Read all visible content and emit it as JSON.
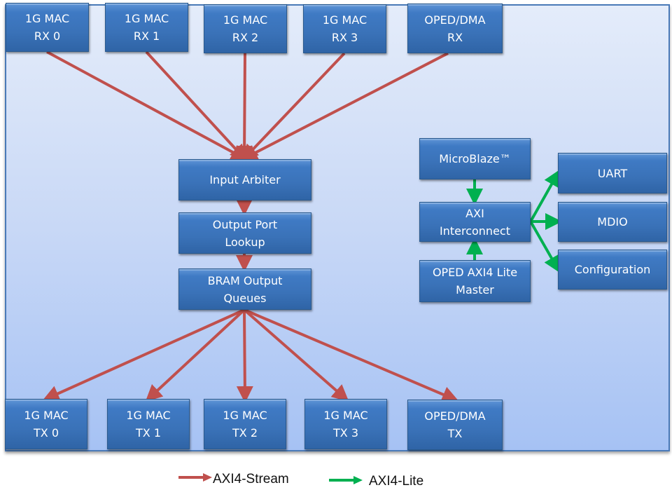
{
  "diagram": {
    "rx_blocks": [
      {
        "id": "rx0",
        "label": "1G MAC\nRX 0"
      },
      {
        "id": "rx1",
        "label": "1G MAC\nRX 1"
      },
      {
        "id": "rx2",
        "label": "1G MAC\nRX 2"
      },
      {
        "id": "rx3",
        "label": "1G MAC\nRX 3"
      },
      {
        "id": "rx4",
        "label": "OPED/DMA\nRX"
      }
    ],
    "pipeline": [
      {
        "id": "arbiter",
        "label": "Input Arbiter"
      },
      {
        "id": "lookup",
        "label": "Output Port\nLookup"
      },
      {
        "id": "queues",
        "label": "BRAM Output\nQueues"
      }
    ],
    "tx_blocks": [
      {
        "id": "tx0",
        "label": "1G MAC\nTX 0"
      },
      {
        "id": "tx1",
        "label": "1G MAC\nTX 1"
      },
      {
        "id": "tx2",
        "label": "1G MAC\nTX 2"
      },
      {
        "id": "tx3",
        "label": "1G MAC\nTX 3"
      },
      {
        "id": "tx4",
        "label": "OPED/DMA\nTX"
      }
    ],
    "control": [
      {
        "id": "microblaze",
        "label": "MicroBlaze™"
      },
      {
        "id": "interconnect",
        "label": "AXI\nInterconnect"
      },
      {
        "id": "master",
        "label": "OPED AXI4 Lite\nMaster"
      }
    ],
    "peripherals": [
      {
        "id": "uart",
        "label": "UART"
      },
      {
        "id": "mdio",
        "label": "MDIO"
      },
      {
        "id": "config",
        "label": "Configuration"
      }
    ],
    "connections": {
      "stream": [
        [
          "rx0",
          "arbiter"
        ],
        [
          "rx1",
          "arbiter"
        ],
        [
          "rx2",
          "arbiter"
        ],
        [
          "rx3",
          "arbiter"
        ],
        [
          "rx4",
          "arbiter"
        ],
        [
          "arbiter",
          "lookup"
        ],
        [
          "lookup",
          "queues"
        ],
        [
          "queues",
          "tx0"
        ],
        [
          "queues",
          "tx1"
        ],
        [
          "queues",
          "tx2"
        ],
        [
          "queues",
          "tx3"
        ],
        [
          "queues",
          "tx4"
        ]
      ],
      "lite": [
        [
          "microblaze",
          "interconnect"
        ],
        [
          "master",
          "interconnect"
        ],
        [
          "interconnect",
          "uart"
        ],
        [
          "interconnect",
          "mdio"
        ],
        [
          "interconnect",
          "config"
        ]
      ]
    },
    "colors": {
      "stream": "#c0504d",
      "lite": "#00b050",
      "block": "#3a72b8"
    }
  },
  "legend": {
    "stream_label": "AXI4-Stream",
    "lite_label": "AXI4-Lite"
  }
}
